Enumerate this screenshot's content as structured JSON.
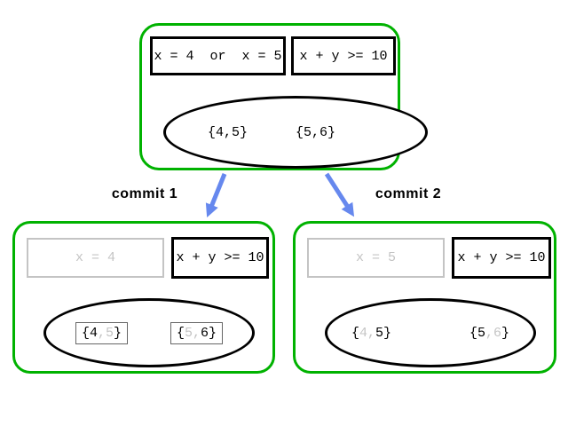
{
  "colors": {
    "node_border": "#00B200",
    "arrow": "#6688EE",
    "inactive": "#C4C4C4",
    "text": "#000000"
  },
  "nodes": {
    "root": {
      "constraints": [
        {
          "label": "x = 4  or  x = 5",
          "active": true
        },
        {
          "label": "x + y >= 10",
          "active": true
        }
      ],
      "solutions": [
        {
          "boxed": false,
          "segments": [
            {
              "text": "{4,5}",
              "dim": false
            }
          ]
        },
        {
          "boxed": false,
          "segments": [
            {
              "text": "{5,6}",
              "dim": false
            }
          ]
        }
      ]
    },
    "commit1": {
      "edge_label": "commit 1",
      "constraints": [
        {
          "label": "x = 4",
          "active": false
        },
        {
          "label": "x + y >= 10",
          "active": true
        }
      ],
      "solutions": [
        {
          "boxed": true,
          "segments": [
            {
              "text": "{4",
              "dim": false
            },
            {
              "text": ",5",
              "dim": true
            },
            {
              "text": "}",
              "dim": false
            }
          ]
        },
        {
          "boxed": true,
          "segments": [
            {
              "text": "{",
              "dim": false
            },
            {
              "text": "5,",
              "dim": true
            },
            {
              "text": "6}",
              "dim": false
            }
          ]
        }
      ]
    },
    "commit2": {
      "edge_label": "commit 2",
      "constraints": [
        {
          "label": "x = 5",
          "active": false
        },
        {
          "label": "x + y >= 10",
          "active": true
        }
      ],
      "solutions": [
        {
          "boxed": false,
          "segments": [
            {
              "text": "{",
              "dim": false
            },
            {
              "text": "4,",
              "dim": true
            },
            {
              "text": "5}",
              "dim": false
            }
          ]
        },
        {
          "boxed": false,
          "segments": [
            {
              "text": "{5",
              "dim": false
            },
            {
              "text": ",6",
              "dim": true
            },
            {
              "text": "}",
              "dim": false
            }
          ]
        }
      ]
    }
  }
}
